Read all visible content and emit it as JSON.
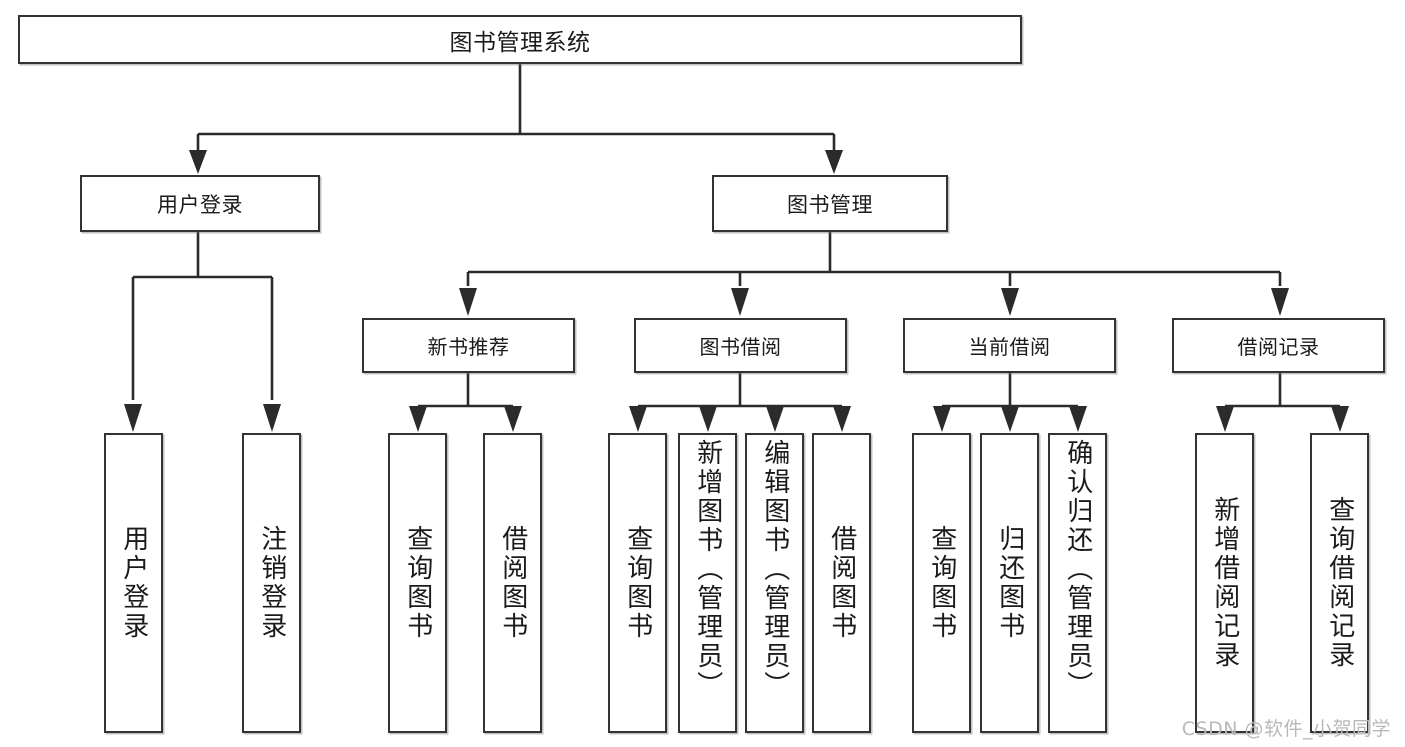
{
  "diagram": {
    "type": "hierarchy-tree",
    "title": "图书管理系统",
    "watermark": "CSDN @软件_小贺同学",
    "levels": 4,
    "colors": {
      "background": "#ffffff",
      "box_border": "#333333",
      "box_fill": "#ffffff",
      "connector": "#2b2b2b",
      "text": "#1b1b1b",
      "watermark": "#b9b9b9"
    },
    "root": {
      "label": "图书管理系统"
    },
    "branches": [
      {
        "label": "用户登录"
      },
      {
        "label": "图书管理"
      }
    ],
    "subbranches": [
      {
        "label": "新书推荐"
      },
      {
        "label": "图书借阅"
      },
      {
        "label": "当前借阅"
      },
      {
        "label": "借阅记录"
      }
    ],
    "leaves": [
      {
        "label": "用户登录",
        "parent": "用户登录"
      },
      {
        "label": "注销登录",
        "parent": "用户登录"
      },
      {
        "label": "查询图书",
        "parent": "新书推荐"
      },
      {
        "label": "借阅图书",
        "parent": "新书推荐"
      },
      {
        "label": "查询图书",
        "parent": "图书借阅"
      },
      {
        "label": "新增图书（管理员）",
        "parent": "图书借阅"
      },
      {
        "label": "编辑图书（管理员）",
        "parent": "图书借阅"
      },
      {
        "label": "借阅图书",
        "parent": "图书借阅"
      },
      {
        "label": "查询图书",
        "parent": "当前借阅"
      },
      {
        "label": "归还图书",
        "parent": "当前借阅"
      },
      {
        "label": "确认归还（管理员）",
        "parent": "当前借阅"
      },
      {
        "label": "新增借阅记录",
        "parent": "借阅记录"
      },
      {
        "label": "查询借阅记录",
        "parent": "借阅记录"
      }
    ]
  }
}
